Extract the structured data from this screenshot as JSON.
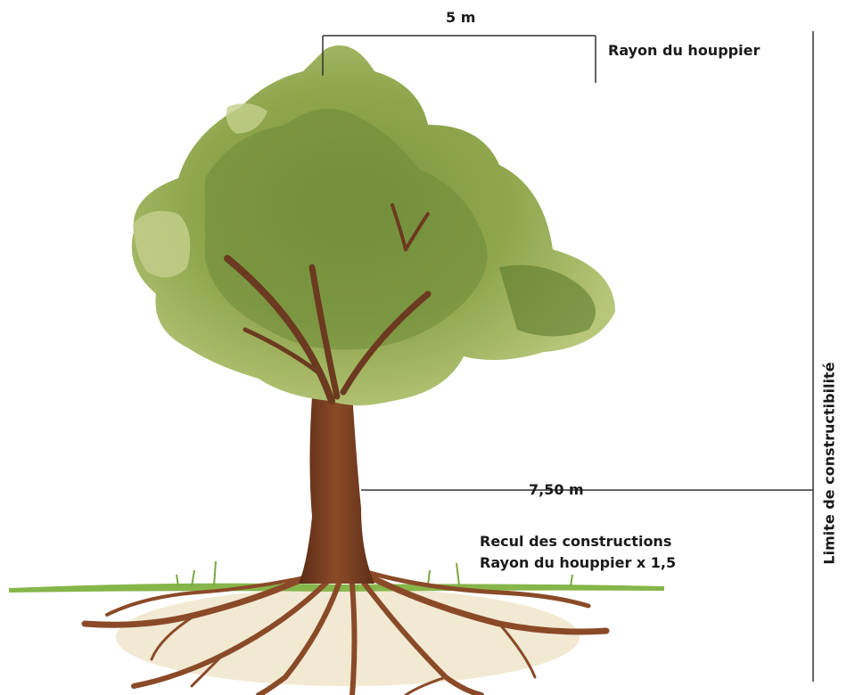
{
  "diagram": {
    "crown_radius_measure": "5 m",
    "crown_radius_label": "Rayon du houppier",
    "setback_measure": "7,50 m",
    "setback_label_line1": "Recul des constructions",
    "setback_label_line2": "Rayon du houppier x 1,5",
    "building_limit_label": "Limite de constructibilité"
  },
  "colors": {
    "line": "#333333",
    "foliage_dark": "#5f7a2e",
    "foliage_mid": "#8aa249",
    "foliage_light": "#c3cf86",
    "trunk": "#7b3f22",
    "grass": "#86b54a",
    "soil": "#e9dcc0"
  },
  "icons": [
    "tree-illustration",
    "roots-illustration"
  ]
}
